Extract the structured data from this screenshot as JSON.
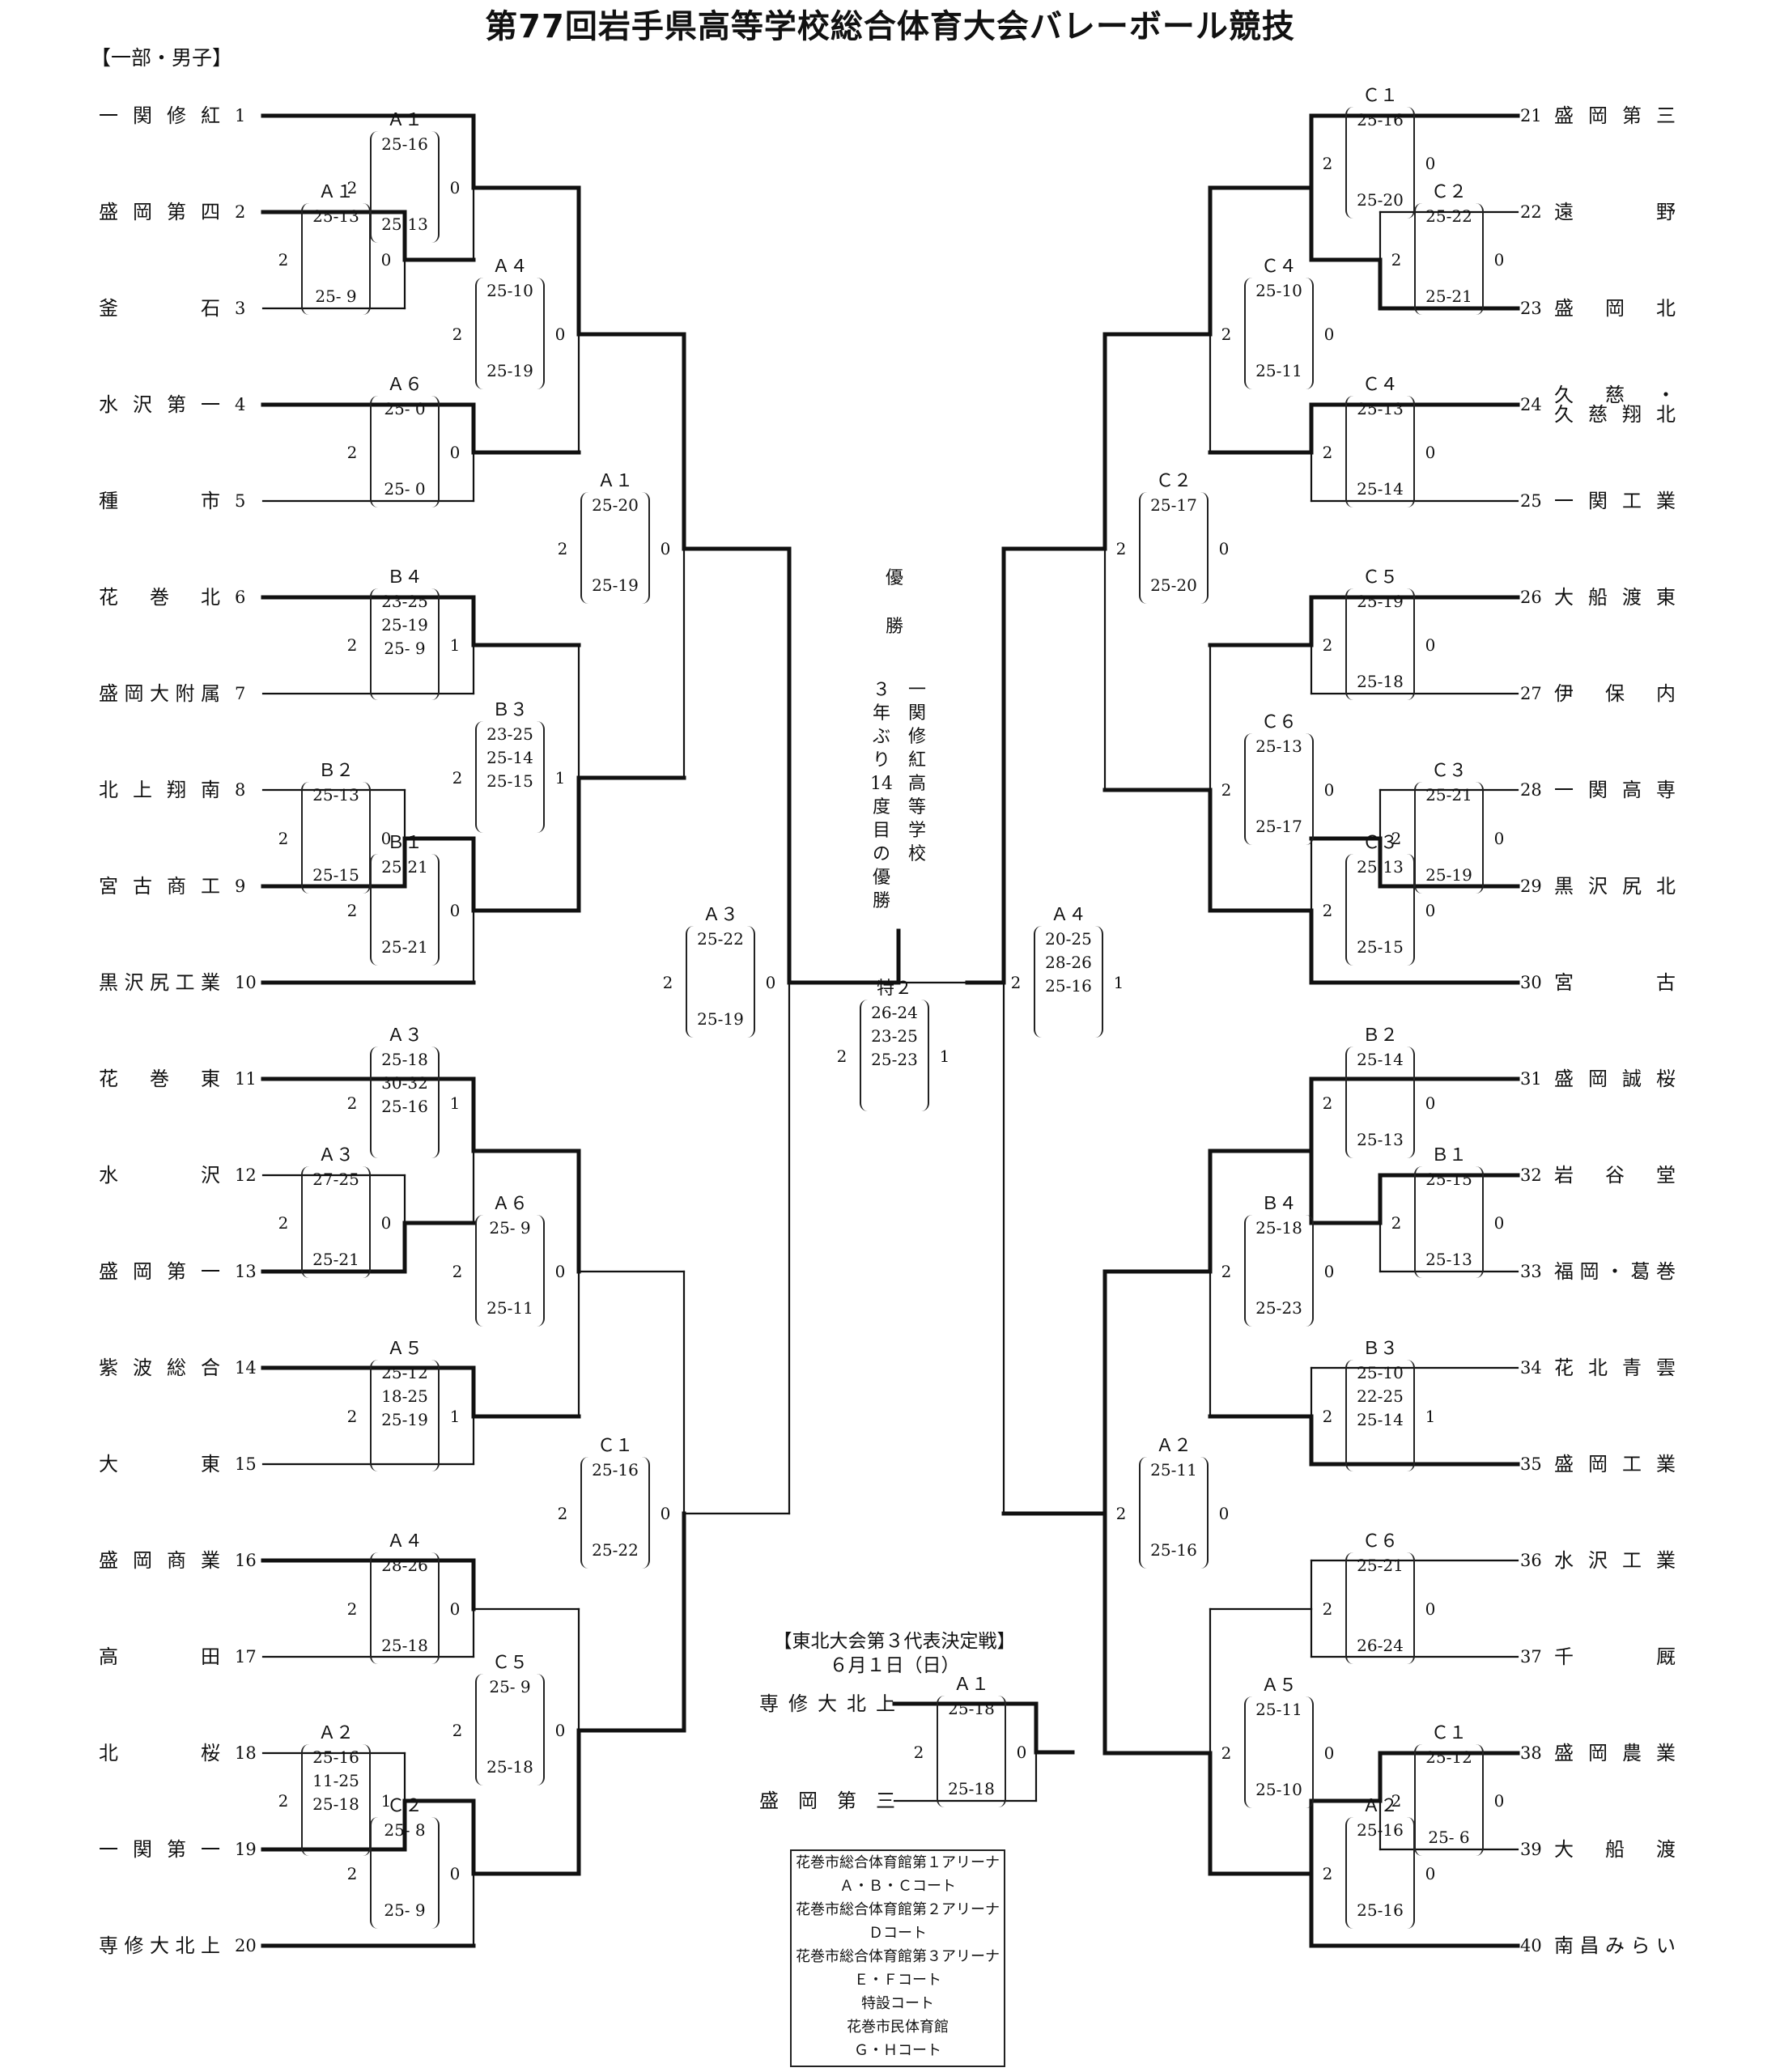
{
  "title": "第77回岩手県高等学校総合体育大会バレーボール競技",
  "subtitle": "【一部・男子】",
  "teams_left": [
    {
      "no": "1",
      "name": "一関修紅"
    },
    {
      "no": "2",
      "name": "盛岡第四"
    },
    {
      "no": "3",
      "name": "釜石"
    },
    {
      "no": "4",
      "name": "水沢第一"
    },
    {
      "no": "5",
      "name": "種市"
    },
    {
      "no": "6",
      "name": "花巻北"
    },
    {
      "no": "7",
      "name": "盛岡大附属"
    },
    {
      "no": "8",
      "name": "北上翔南"
    },
    {
      "no": "9",
      "name": "宮古商工"
    },
    {
      "no": "10",
      "name": "黒沢尻工業"
    },
    {
      "no": "11",
      "name": "花巻東"
    },
    {
      "no": "12",
      "name": "水沢"
    },
    {
      "no": "13",
      "name": "盛岡第一"
    },
    {
      "no": "14",
      "name": "紫波総合"
    },
    {
      "no": "15",
      "name": "大東"
    },
    {
      "no": "16",
      "name": "盛岡商業"
    },
    {
      "no": "17",
      "name": "高田"
    },
    {
      "no": "18",
      "name": "北桜"
    },
    {
      "no": "19",
      "name": "一関第一"
    },
    {
      "no": "20",
      "name": "専修大北上"
    }
  ],
  "teams_right": [
    {
      "no": "21",
      "name": "盛岡第三"
    },
    {
      "no": "22",
      "name": "遠野"
    },
    {
      "no": "23",
      "name": "盛岡北"
    },
    {
      "no": "24",
      "name": "久慈・",
      "name2": "久慈翔北"
    },
    {
      "no": "25",
      "name": "一関工業"
    },
    {
      "no": "26",
      "name": "大船渡東"
    },
    {
      "no": "27",
      "name": "伊保内"
    },
    {
      "no": "28",
      "name": "一関高専"
    },
    {
      "no": "29",
      "name": "黒沢尻北"
    },
    {
      "no": "30",
      "name": "宮古"
    },
    {
      "no": "31",
      "name": "盛岡誠桜"
    },
    {
      "no": "32",
      "name": "岩谷堂"
    },
    {
      "no": "33",
      "name": "福岡・葛巻"
    },
    {
      "no": "34",
      "name": "花北青雲"
    },
    {
      "no": "35",
      "name": "盛岡工業"
    },
    {
      "no": "36",
      "name": "水沢工業"
    },
    {
      "no": "37",
      "name": "千厩"
    },
    {
      "no": "38",
      "name": "盛岡農業"
    },
    {
      "no": "39",
      "name": "大船渡"
    },
    {
      "no": "40",
      "name": "南昌みらい"
    }
  ],
  "matches": [
    {
      "court": "Ａ１",
      "sets": [
        "25-16",
        "",
        "25-13"
      ],
      "l": "2",
      "r": "0"
    },
    {
      "court": "Ａ１",
      "sets": [
        "25-13",
        "",
        "25- 9"
      ],
      "l": "2",
      "r": "0"
    },
    {
      "court": "Ａ４",
      "sets": [
        "25-10",
        "",
        "25-19"
      ],
      "l": "2",
      "r": "0"
    },
    {
      "court": "Ａ６",
      "sets": [
        "25- 0",
        "",
        "25- 0"
      ],
      "l": "2",
      "r": "0"
    },
    {
      "court": "Ａ１",
      "sets": [
        "25-20",
        "",
        "25-19"
      ],
      "l": "2",
      "r": "0"
    },
    {
      "court": "Ｂ４",
      "sets": [
        "23-25",
        "25-19",
        "25- 9"
      ],
      "l": "2",
      "r": "1"
    },
    {
      "court": "Ｂ３",
      "sets": [
        "23-25",
        "25-14",
        "25-15"
      ],
      "l": "2",
      "r": "1"
    },
    {
      "court": "Ｂ２",
      "sets": [
        "25-13",
        "",
        "25-15"
      ],
      "l": "2",
      "r": "0"
    },
    {
      "court": "Ｂ１",
      "sets": [
        "25-21",
        "",
        "25-21"
      ],
      "l": "2",
      "r": "0"
    },
    {
      "court": "Ａ３",
      "sets": [
        "25-22",
        "",
        "25-19"
      ],
      "l": "2",
      "r": "0"
    },
    {
      "court": "Ａ３",
      "sets": [
        "25-18",
        "30-32",
        "25-16"
      ],
      "l": "2",
      "r": "1"
    },
    {
      "court": "Ａ３",
      "sets": [
        "27-25",
        "",
        "25-21"
      ],
      "l": "2",
      "r": "0"
    },
    {
      "court": "Ａ６",
      "sets": [
        "25- 9",
        "",
        "25-11"
      ],
      "l": "2",
      "r": "0"
    },
    {
      "court": "Ａ５",
      "sets": [
        "25-12",
        "18-25",
        "25-19"
      ],
      "l": "2",
      "r": "1"
    },
    {
      "court": "Ｃ１",
      "sets": [
        "25-16",
        "",
        "25-22"
      ],
      "l": "2",
      "r": "0"
    },
    {
      "court": "Ａ４",
      "sets": [
        "28-26",
        "",
        "25-18"
      ],
      "l": "2",
      "r": "0"
    },
    {
      "court": "Ｃ５",
      "sets": [
        "25- 9",
        "",
        "25-18"
      ],
      "l": "2",
      "r": "0"
    },
    {
      "court": "Ａ２",
      "sets": [
        "25-16",
        "11-25",
        "25-18"
      ],
      "l": "2",
      "r": "1"
    },
    {
      "court": "Ｃ２",
      "sets": [
        "25- 8",
        "",
        "25- 9"
      ],
      "l": "2",
      "r": "0"
    },
    {
      "court": "Ｃ１",
      "sets": [
        "25-16",
        "",
        "25-20"
      ],
      "l": "2",
      "r": "0"
    },
    {
      "court": "Ｃ２",
      "sets": [
        "25-22",
        "",
        "25-21"
      ],
      "l": "2",
      "r": "0"
    },
    {
      "court": "Ｃ４",
      "sets": [
        "25-10",
        "",
        "25-11"
      ],
      "l": "2",
      "r": "0"
    },
    {
      "court": "Ｃ４",
      "sets": [
        "25-13",
        "",
        "25-14"
      ],
      "l": "2",
      "r": "0"
    },
    {
      "court": "Ｃ２",
      "sets": [
        "25-17",
        "",
        "25-20"
      ],
      "l": "2",
      "r": "0"
    },
    {
      "court": "Ｃ５",
      "sets": [
        "25-19",
        "",
        "25-18"
      ],
      "l": "2",
      "r": "0"
    },
    {
      "court": "Ｃ６",
      "sets": [
        "25-13",
        "",
        "25-17"
      ],
      "l": "2",
      "r": "0"
    },
    {
      "court": "Ｃ３",
      "sets": [
        "25-21",
        "",
        "25-19"
      ],
      "l": "2",
      "r": "0"
    },
    {
      "court": "Ｃ３",
      "sets": [
        "25-13",
        "",
        "25-15"
      ],
      "l": "2",
      "r": "0"
    },
    {
      "court": "Ａ４",
      "sets": [
        "20-25",
        "28-26",
        "25-16"
      ],
      "l": "2",
      "r": "1"
    },
    {
      "court": "Ｂ２",
      "sets": [
        "25-14",
        "",
        "25-13"
      ],
      "l": "2",
      "r": "0"
    },
    {
      "court": "Ｂ１",
      "sets": [
        "25-15",
        "",
        "25-13"
      ],
      "l": "2",
      "r": "0"
    },
    {
      "court": "Ｂ４",
      "sets": [
        "25-18",
        "",
        "25-23"
      ],
      "l": "2",
      "r": "0"
    },
    {
      "court": "Ｂ３",
      "sets": [
        "25-10",
        "22-25",
        "25-14"
      ],
      "l": "2",
      "r": "1"
    },
    {
      "court": "Ａ２",
      "sets": [
        "25-11",
        "",
        "25-16"
      ],
      "l": "2",
      "r": "0"
    },
    {
      "court": "Ｃ６",
      "sets": [
        "25-21",
        "",
        "26-24"
      ],
      "l": "2",
      "r": "0"
    },
    {
      "court": "Ａ５",
      "sets": [
        "25-11",
        "",
        "25-10"
      ],
      "l": "2",
      "r": "0"
    },
    {
      "court": "Ｃ１",
      "sets": [
        "25-12",
        "",
        "25- 6"
      ],
      "l": "2",
      "r": "0"
    },
    {
      "court": "Ａ２",
      "sets": [
        "25-16",
        "",
        "25-16"
      ],
      "l": "2",
      "r": "0"
    },
    {
      "court": "特２",
      "sets": [
        "26-24",
        "23-25",
        "25-23"
      ],
      "l": "2",
      "r": "1"
    },
    {
      "court": "Ａ１",
      "sets": [
        "25-18",
        "",
        "25-18"
      ],
      "l": "2",
      "r": "0"
    }
  ],
  "winner": {
    "label": [
      "優",
      "勝"
    ],
    "col1": [
      "３",
      "年",
      "ぶ",
      "り",
      "14",
      "度",
      "目",
      "の",
      "優",
      "勝"
    ],
    "col2": [
      "一",
      "関",
      "修",
      "紅",
      "高",
      "等",
      "学",
      "校"
    ]
  },
  "third_place": {
    "title": "【東北大会第３代表決定戦】",
    "date": "６月１日（日）",
    "team1": "専修大北上",
    "team2": "盛岡第三"
  },
  "venues": [
    "花巻市総合体育館第１アリーナ",
    "Ａ・Ｂ・Ｃコート",
    "花巻市総合体育館第２アリーナ",
    "Ｄコート",
    "花巻市総合体育館第３アリーナ",
    "Ｅ・Ｆコート",
    "特設コート",
    "花巻市民体育館",
    "Ｇ・Ｈコート"
  ]
}
